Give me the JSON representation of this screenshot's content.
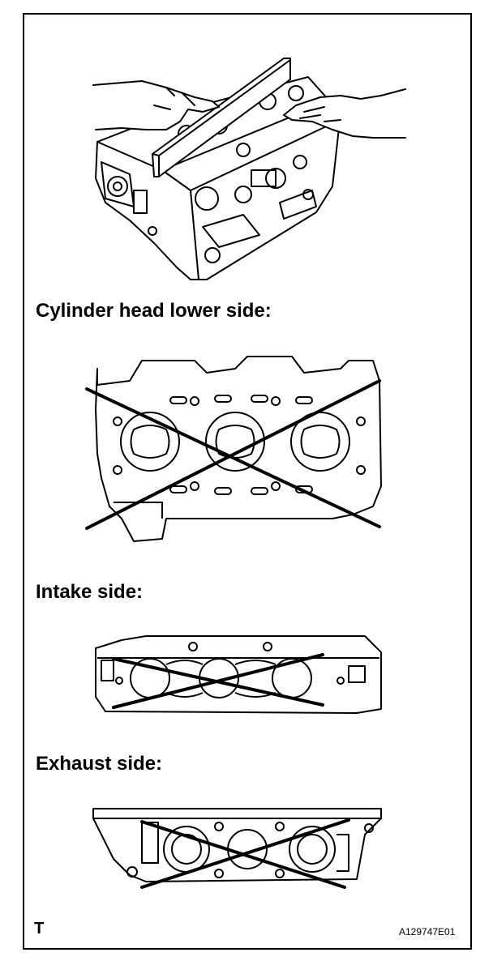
{
  "labels": {
    "lower": "Cylinder head lower side:",
    "intake": "Intake side:",
    "exhaust": "Exhaust side:"
  },
  "footer": {
    "left": "T",
    "right": "A129747E01"
  },
  "figures": {
    "top": "straightedge-on-cylinder-head",
    "lower": "cylinder-head-lower-side",
    "intake": "cylinder-head-intake-side",
    "exhaust": "cylinder-head-exhaust-side"
  }
}
